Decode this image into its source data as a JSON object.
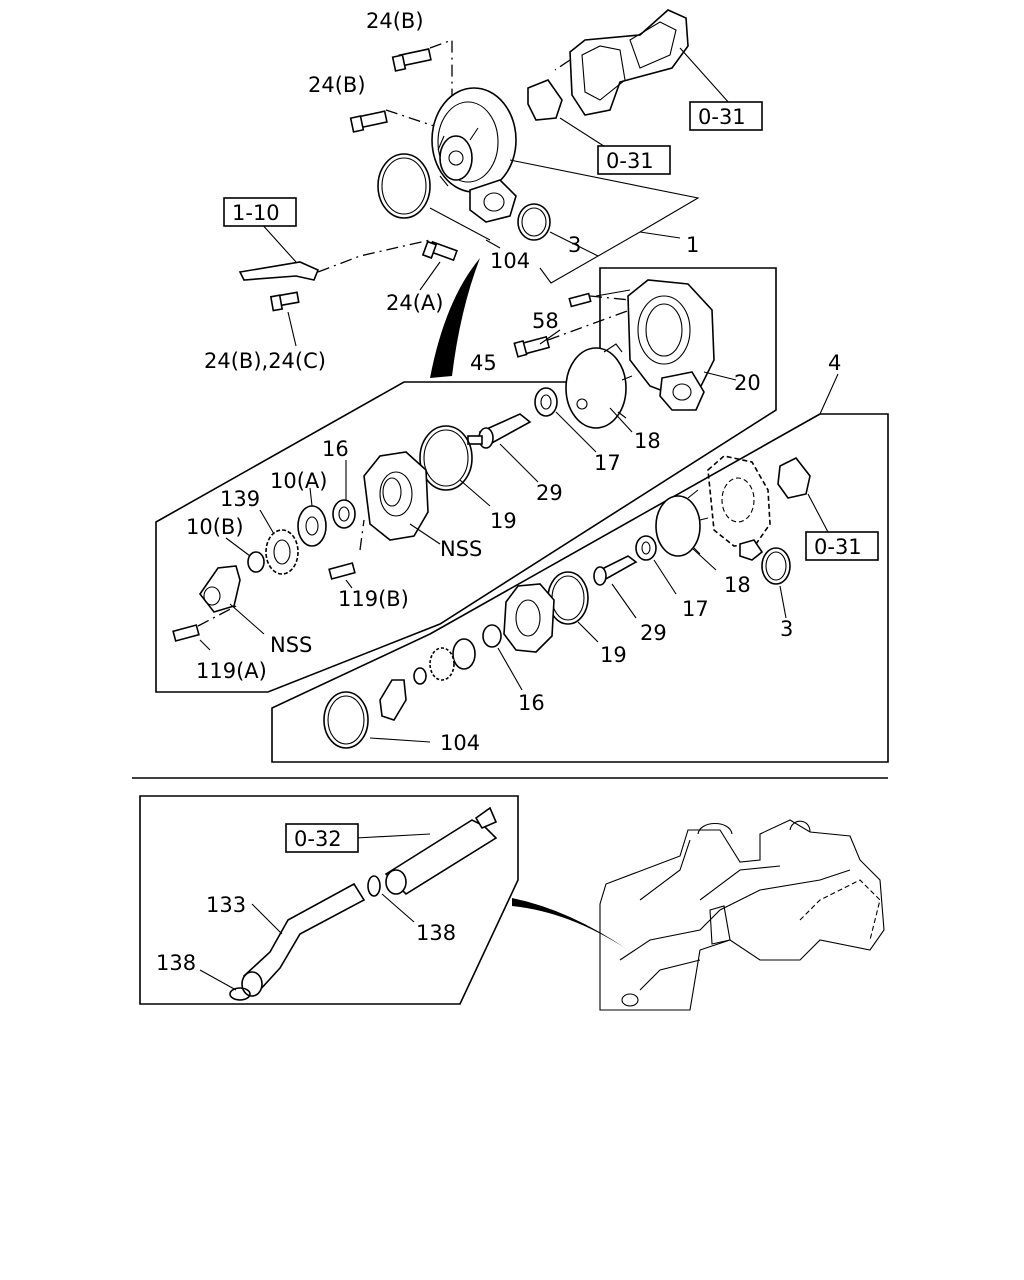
{
  "labels": {
    "l24b_top": "24(B)",
    "l24b_mid": "24(B)",
    "ref031_a": "0-31",
    "ref031_b": "0-31",
    "ref110": "1-10",
    "l3_top": "3",
    "l1": "1",
    "l104_top": "104",
    "l24a": "24(A)",
    "l24bc": "24(B),24(C)",
    "l58": "58",
    "l45": "45",
    "l20": "20",
    "l4": "4",
    "l18_top": "18",
    "l16_top": "16",
    "l10a": "10(A)",
    "l17_top": "17",
    "l139": "139",
    "l29_top": "29",
    "l10b": "10(B)",
    "l19_top": "19",
    "nss_a": "NSS",
    "ref031_c": "0-31",
    "l18_mid": "18",
    "l119b": "119(B)",
    "l17_mid": "17",
    "l3_mid": "3",
    "l29_mid": "29",
    "nss_b": "NSS",
    "l119a": "119(A)",
    "l19_mid": "19",
    "l16_mid": "16",
    "l104_bot": "104",
    "ref032": "0-32",
    "l133": "133",
    "l138_a": "138",
    "l138_b": "138"
  }
}
